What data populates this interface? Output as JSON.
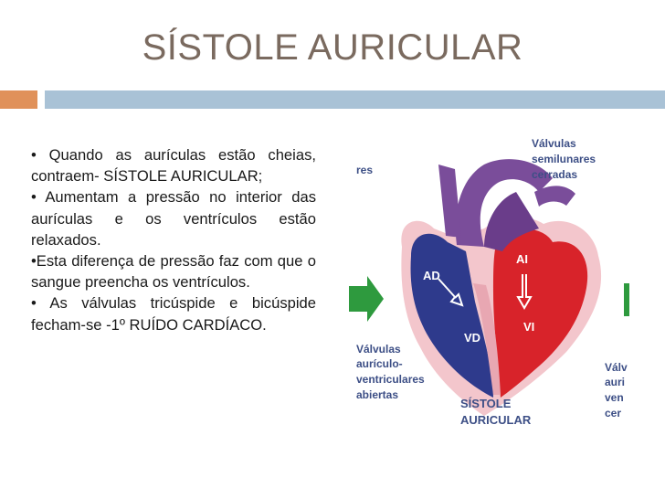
{
  "slide": {
    "title": "SÍSTOLE AURICULAR",
    "bullets": [
      "• Quando as aurículas estão cheias, contraem- SÍSTOLE AURICULAR;",
      "• Aumentam a pressão no interior das aurículas e os ventrículos estão relaxados.",
      "•Esta diferença de pressão faz com que o sangue preencha os ventrículos.",
      "• As válvulas tricúspide e bicúspide fecham-se -1º RUÍDO CARDÍACO."
    ]
  },
  "diagram": {
    "label_top_left": "res",
    "label_semilunar": [
      "Válvulas",
      "semilunares",
      "cerradas"
    ],
    "label_ad": "AD",
    "label_ai": "AI",
    "label_vd": "VD",
    "label_vi": "VI",
    "label_av": [
      "Válvulas",
      "aurículo-",
      "ventriculares",
      "abiertas"
    ],
    "label_caption": [
      "SÍSTOLE",
      "AURICULAR"
    ],
    "label_right_cut": [
      "Válv",
      "auri",
      "ven",
      "cer"
    ],
    "colors": {
      "right_side": "#2e3a8c",
      "left_side": "#d8232a",
      "vessels": "#7a4d9a",
      "arrow": "#2e9a3e",
      "heart_outline": "#f3c6cc",
      "label": "#3d4f86"
    }
  }
}
